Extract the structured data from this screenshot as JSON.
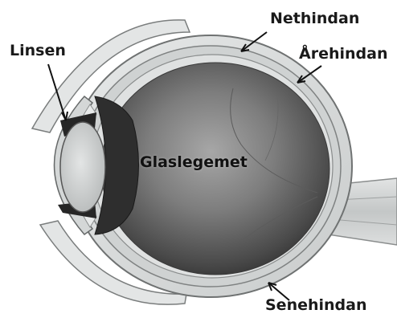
{
  "labels": {
    "nethindan": "Nethindan",
    "arehindan": "Årehindan",
    "linsen": "Linsen",
    "glaslegemet": "Glaslegemet",
    "senehindan": "Senehindan"
  },
  "colors": {
    "background": "#ffffff",
    "sclera": "#d9dcdc",
    "vitreous_dark": "#3b3b3b",
    "vitreous_light": "#9a9a9a",
    "iris": "#2a2a2a",
    "lens": "#c9cccc",
    "outline": "#555555"
  }
}
